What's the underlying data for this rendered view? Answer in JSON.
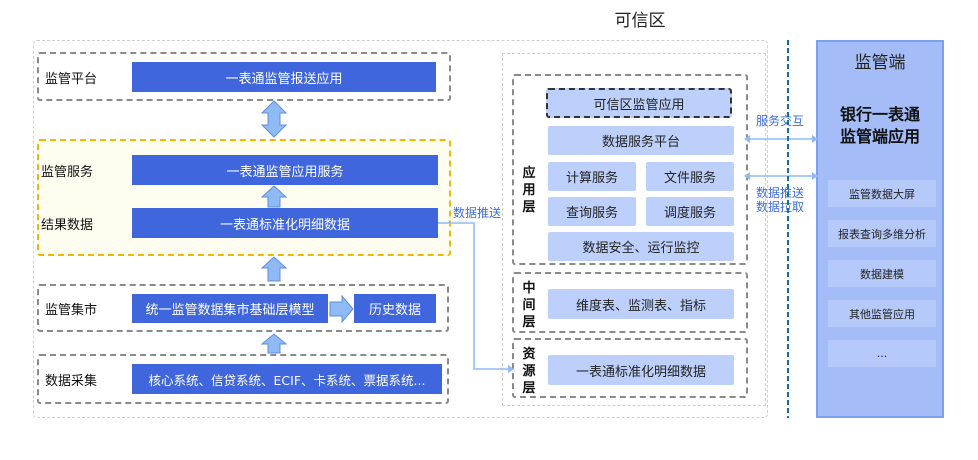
{
  "trusted_zone": {
    "title": "可信区"
  },
  "left_stack": {
    "platform": {
      "label": "监管平台",
      "bar": "一表通监管报送应用"
    },
    "service": {
      "label": "监管服务",
      "bar": "一表通监管应用服务"
    },
    "result": {
      "label": "结果数据",
      "bar": "一表通标准化明细数据"
    },
    "mart": {
      "label": "监管集市",
      "bar": "统一监管数据集市基础层模型",
      "history": "历史数据"
    },
    "collect": {
      "label": "数据采集",
      "bar": "核心系统、信贷系统、ECIF、卡系统、票据系统..."
    }
  },
  "connectors": {
    "data_push": "数据推送",
    "service_interaction": "服务交互",
    "data_push_pull_line1": "数据推送",
    "data_push_pull_line2": "数据拉取"
  },
  "trusted_stack": {
    "app_layer": {
      "label_chars": [
        "应",
        "用",
        "层"
      ],
      "trusted_app": "可信区监管应用",
      "data_service_platform": "数据服务平台",
      "compute": "计算服务",
      "file": "文件服务",
      "query": "查询服务",
      "schedule": "调度服务",
      "security": "数据安全、运行监控"
    },
    "middle_layer": {
      "label_chars": [
        "中",
        "间",
        "层"
      ],
      "content": "维度表、监测表、指标"
    },
    "resource_layer": {
      "label_chars": [
        "资",
        "源",
        "层"
      ],
      "content": "一表通标准化明细数据"
    }
  },
  "regulator": {
    "title": "监管端",
    "app_line1": "银行一表通",
    "app_line2": "监管端应用",
    "items": [
      "监管数据大屏",
      "报表查询多维分析",
      "数据建模",
      "其他监管应用",
      "..."
    ]
  },
  "colors": {
    "bar_blue": "#3f66dd",
    "bar_light": "#bcd0fb",
    "arrow_fill": "#8fbaf5",
    "yellow_border": "#f2b800",
    "regulator_bg": "#a4bdf8",
    "divider": "#13729a"
  }
}
